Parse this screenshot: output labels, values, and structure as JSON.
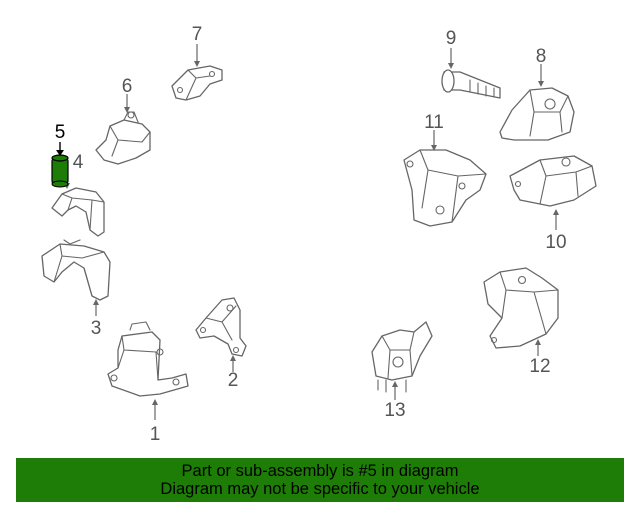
{
  "diagram": {
    "highlight_color": "#1e7d06",
    "callouts": {
      "p1": "1",
      "p2": "2",
      "p3": "3",
      "p4": "4",
      "p5": "5",
      "p6": "6",
      "p7": "7",
      "p8": "8",
      "p9": "9",
      "p10": "10",
      "p11": "11",
      "p12": "12",
      "p13": "13"
    }
  },
  "banner": {
    "color": "#1e7d06",
    "line1": "Part or sub-assembly is #5 in diagram",
    "line2": "Diagram may not be specific to your vehicle"
  }
}
